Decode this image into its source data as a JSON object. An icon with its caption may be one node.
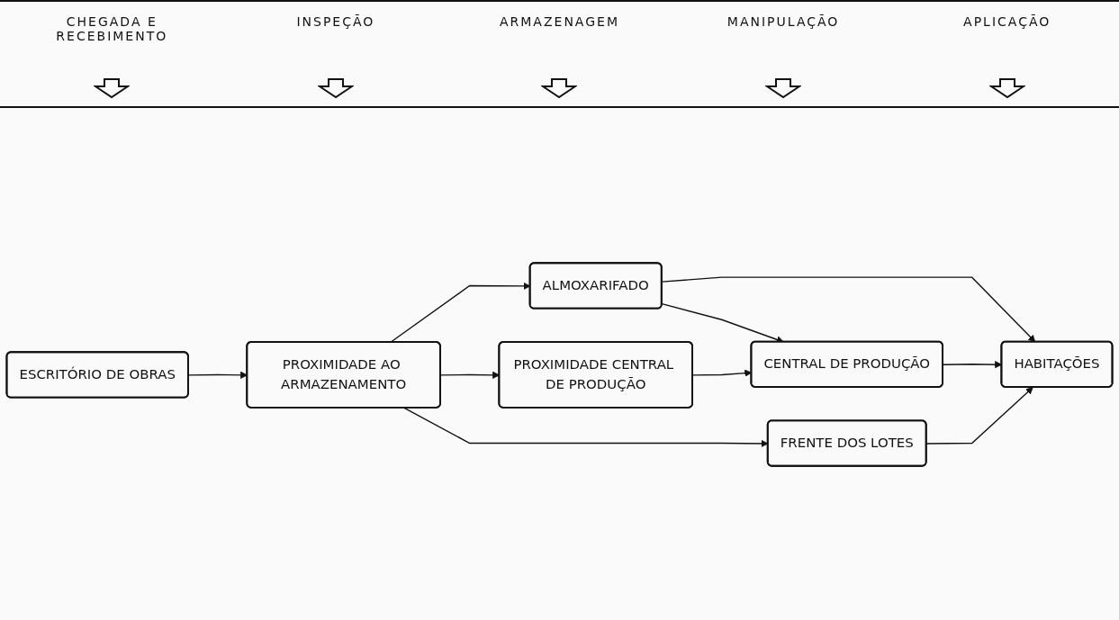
{
  "diagram": {
    "nodes": [
      {
        "text": [
          "ESCRITÓRIO DE OBRAS"
        ]
      },
      {
        "text": [
          "PROXIMIDADE AO ARMAZENAMENTO"
        ]
      },
      {
        "text": [
          "ALMOXARIFADO"
        ]
      },
      {
        "text": [
          "PROXIMIDADE CENTRAL DE PRODUÇÃO"
        ]
      },
      {
        "text": [
          "FRENTE DOS LOTES"
        ]
      },
      {
        "text": [
          "CENTRAL DE PRODUÇÃO"
        ]
      },
      {
        "text": [
          "HABITAÇÕES"
        ]
      }
    ],
    "edges": [
      {
        "from": 0,
        "to": 1,
        "arrow": "to"
      },
      {
        "from": 1,
        "to": 2,
        "arrow": "to"
      },
      {
        "from": 1,
        "to": 3,
        "arrow": "to"
      },
      {
        "from": 1,
        "to": 4,
        "arrow": "to"
      },
      {
        "from": 2,
        "to": 5,
        "arrow": "to"
      },
      {
        "from": 2,
        "to": 6,
        "arrow": "to"
      },
      {
        "from": 3,
        "to": 5,
        "arrow": "to"
      },
      {
        "from": 5,
        "to": 6,
        "arrow": "to"
      },
      {
        "from": 4,
        "to": 6,
        "arrow": "to"
      }
    ],
    "labels": [
      "CHEGADA E RECEBIMENTO",
      "INSPEÇÃO",
      "ARMAZENAGEM",
      "MANIPULAÇÃO",
      "APLICAÇÃO"
    ]
  }
}
